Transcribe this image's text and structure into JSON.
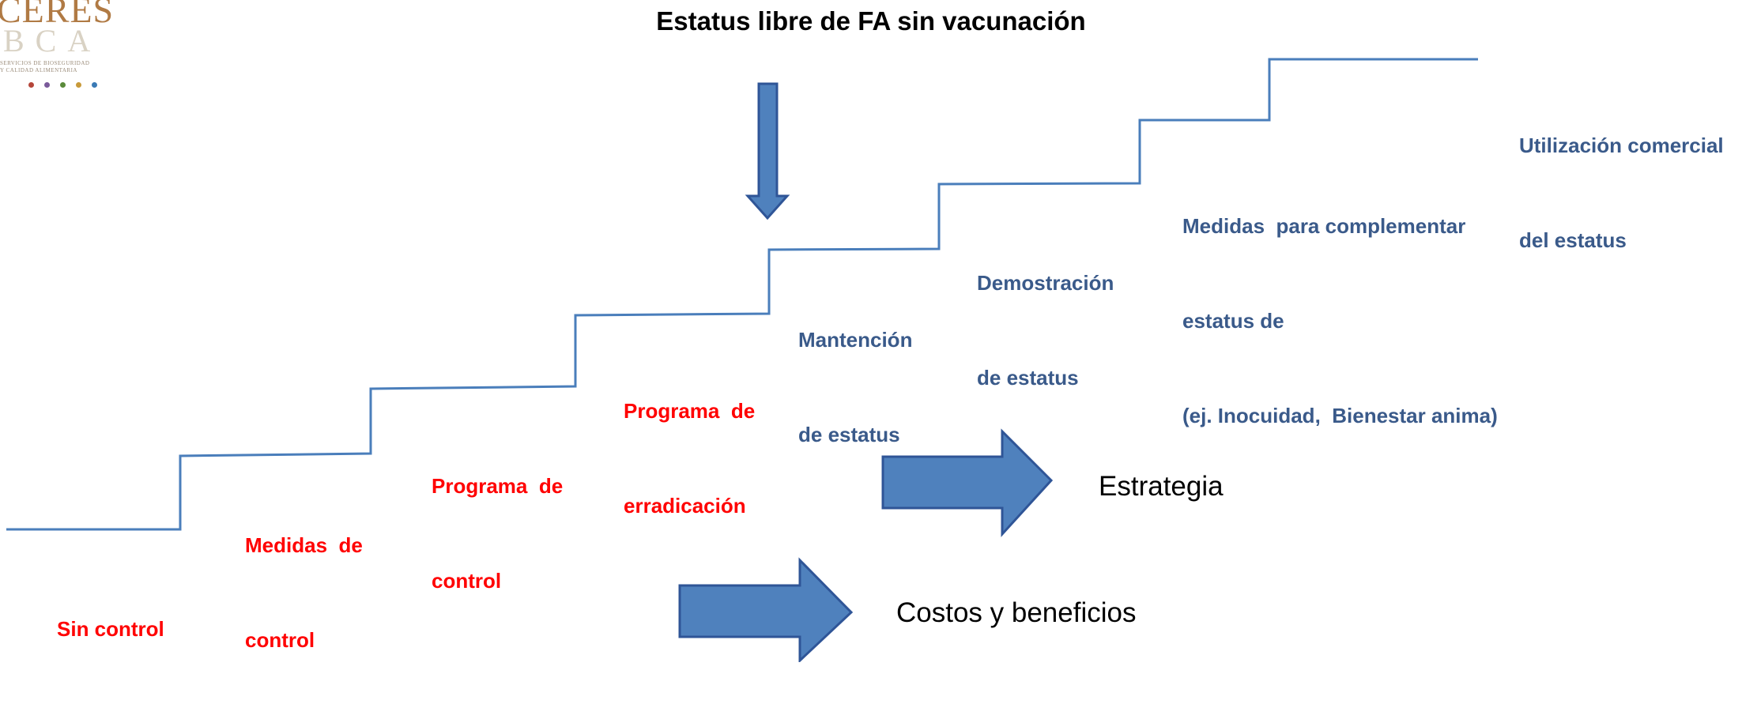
{
  "title": "Estatus libre de FA sin vacunación",
  "logo": {
    "name": "CERES",
    "sub": "BCA",
    "tagline_1": "SERVICIOS DE BIOSEGURIDAD",
    "tagline_2": "Y CALIDAD ALIMENTARIA",
    "dot_colors": [
      "#b5463a",
      "#7a5a9a",
      "#5a8a3a",
      "#c89a3a",
      "#3a7ab5"
    ]
  },
  "steps": [
    {
      "lines": [
        "Sin control"
      ],
      "color": "red"
    },
    {
      "lines": [
        "Medidas  de",
        "control"
      ],
      "color": "red"
    },
    {
      "lines": [
        "Programa  de",
        "control"
      ],
      "color": "red"
    },
    {
      "lines": [
        "Programa  de",
        "erradicación"
      ],
      "color": "red"
    },
    {
      "lines": [
        "Mantención",
        "de estatus"
      ],
      "color": "blue"
    },
    {
      "lines": [
        "Demostración",
        "de estatus"
      ],
      "color": "blue"
    },
    {
      "lines": [
        "Medidas  para complementar",
        "estatus de",
        "(ej. Inocuidad,  Bienestar anima)"
      ],
      "color": "blue"
    },
    {
      "lines": [
        "Utilización comercial",
        "del estatus"
      ],
      "color": "blue"
    }
  ],
  "arrows": {
    "strategy_label": "Estrategia",
    "costs_label": "Costos y beneficios"
  },
  "colors": {
    "staircase_line": "#4a7ebb",
    "arrow_fill": "#4f81bd",
    "arrow_stroke": "#2f5597",
    "red_text": "#ff0000",
    "blue_text": "#3a5a8a"
  }
}
